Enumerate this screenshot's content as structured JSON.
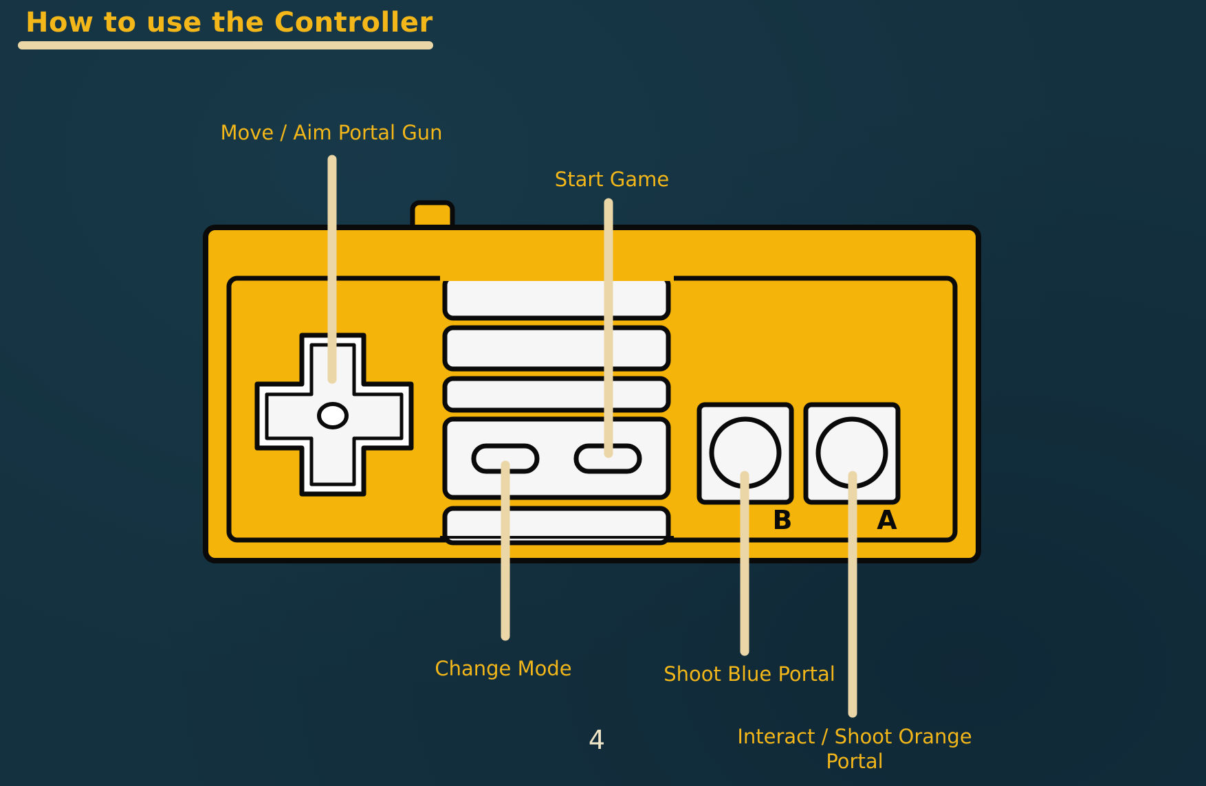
{
  "page": {
    "title": "How to use the Controller",
    "page_number": "4"
  },
  "controller": {
    "button_b_letter": "B",
    "button_a_letter": "A"
  },
  "callouts": {
    "dpad": "Move / Aim Portal Gun",
    "start": "Start Game",
    "select": "Change Mode",
    "button_b": "Shoot Blue Portal",
    "button_a_line1": "Interact / Shoot Orange",
    "button_a_line2": "Portal"
  },
  "colors": {
    "background": "#14313f",
    "accent_yellow": "#f3b71a",
    "controller_body": "#f4b40a",
    "leader_line": "#ead6a6",
    "outline": "#0a0a0a"
  }
}
